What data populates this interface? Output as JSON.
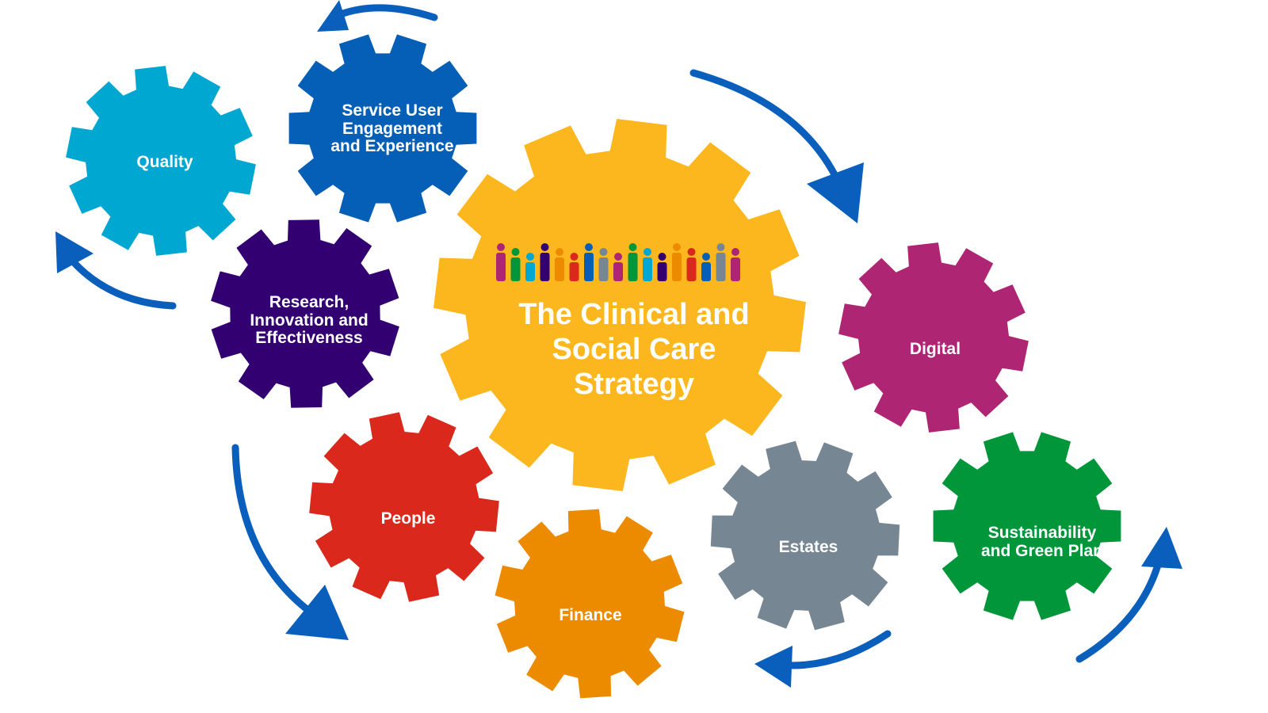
{
  "center": {
    "title_lines": [
      "The Clinical and",
      "Social Care",
      "Strategy"
    ],
    "color": "#fcb71e"
  },
  "gears": [
    {
      "id": "quality",
      "lines": [
        "Quality"
      ],
      "color": "#00a7d0"
    },
    {
      "id": "service-user",
      "lines": [
        "Service User",
        "Engagement",
        "and Experience"
      ],
      "color": "#055fb6"
    },
    {
      "id": "research",
      "lines": [
        "Research,",
        "Innovation and",
        "Effectiveness"
      ],
      "color": "#330072"
    },
    {
      "id": "people",
      "lines": [
        "People"
      ],
      "color": "#da291c"
    },
    {
      "id": "finance",
      "lines": [
        "Finance"
      ],
      "color": "#ed8b00"
    },
    {
      "id": "estates",
      "lines": [
        "Estates"
      ],
      "color": "#768692"
    },
    {
      "id": "digital",
      "lines": [
        "Digital"
      ],
      "color": "#ae2573"
    },
    {
      "id": "sustainability",
      "lines": [
        "Sustainability",
        "and Green Plan"
      ],
      "color": "#009639"
    }
  ],
  "arrow_color": "#0a5fbd",
  "people_colors": [
    "#ae2573",
    "#009639",
    "#00a7d0",
    "#330072",
    "#ed8b00",
    "#da291c",
    "#055fb6",
    "#768692"
  ]
}
